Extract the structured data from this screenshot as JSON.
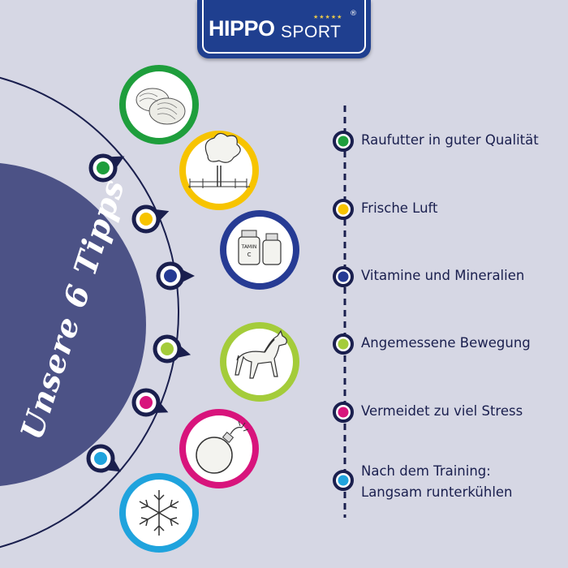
{
  "brand": {
    "name_part1": "HIPPO",
    "name_part2": "SPORT",
    "stars": "★★★★★",
    "registered": "®"
  },
  "circle_title": "Unsere 6 Tipps",
  "colors": {
    "background": "#d6d7e4",
    "circle": "#4c5286",
    "navy": "#1a1f4e",
    "green": "#1e9e3c",
    "yellow": "#f7c400",
    "blue": "#263b94",
    "lime": "#a4cc3a",
    "magenta": "#d8147c",
    "cyan": "#1fa3dd"
  },
  "tips": [
    {
      "label": "Raufutter in guter Qualität",
      "color": "#1e9e3c",
      "icon": "hay-bales-icon"
    },
    {
      "label": "Frische Luft",
      "color": "#f7c400",
      "icon": "tree-meadow-icon"
    },
    {
      "label": "Vitamine und Mineralien",
      "color": "#263b94",
      "icon": "vitamin-jars-icon"
    },
    {
      "label": "Angemessene Bewegung",
      "color": "#a4cc3a",
      "icon": "horse-icon"
    },
    {
      "label": "Vermeidet zu viel Stress",
      "color": "#d8147c",
      "icon": "bomb-icon"
    },
    {
      "label": "Nach dem Training:",
      "label2": "Langsam runterkühlen",
      "color": "#1fa3dd",
      "icon": "snowflake-icon"
    }
  ],
  "jar_text": {
    "left": "VITAMIN C",
    "left_short": "TAMIN",
    "left_c": "C"
  }
}
